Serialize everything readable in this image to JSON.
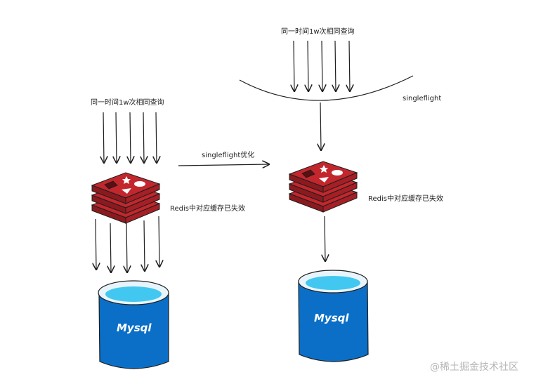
{
  "left": {
    "requests_label": "同一时间1w次相同查询",
    "cache_label": "Redis中对应缓存已失效",
    "db_label": "Mysql"
  },
  "transition": {
    "label": "singleflight优化"
  },
  "right": {
    "requests_label": "同一时间1w次相同查询",
    "singleflight_label": "singleflight",
    "cache_label": "Redis中对应缓存已失效",
    "db_label": "Mysql"
  },
  "watermark": "@稀土掘金技术社区",
  "colors": {
    "redis_red": "#c1272d",
    "redis_dark": "#8b1a1f",
    "mysql_blue": "#0b6fc7",
    "mysql_top": "#42c8f0",
    "stroke": "#1e1e1e"
  }
}
